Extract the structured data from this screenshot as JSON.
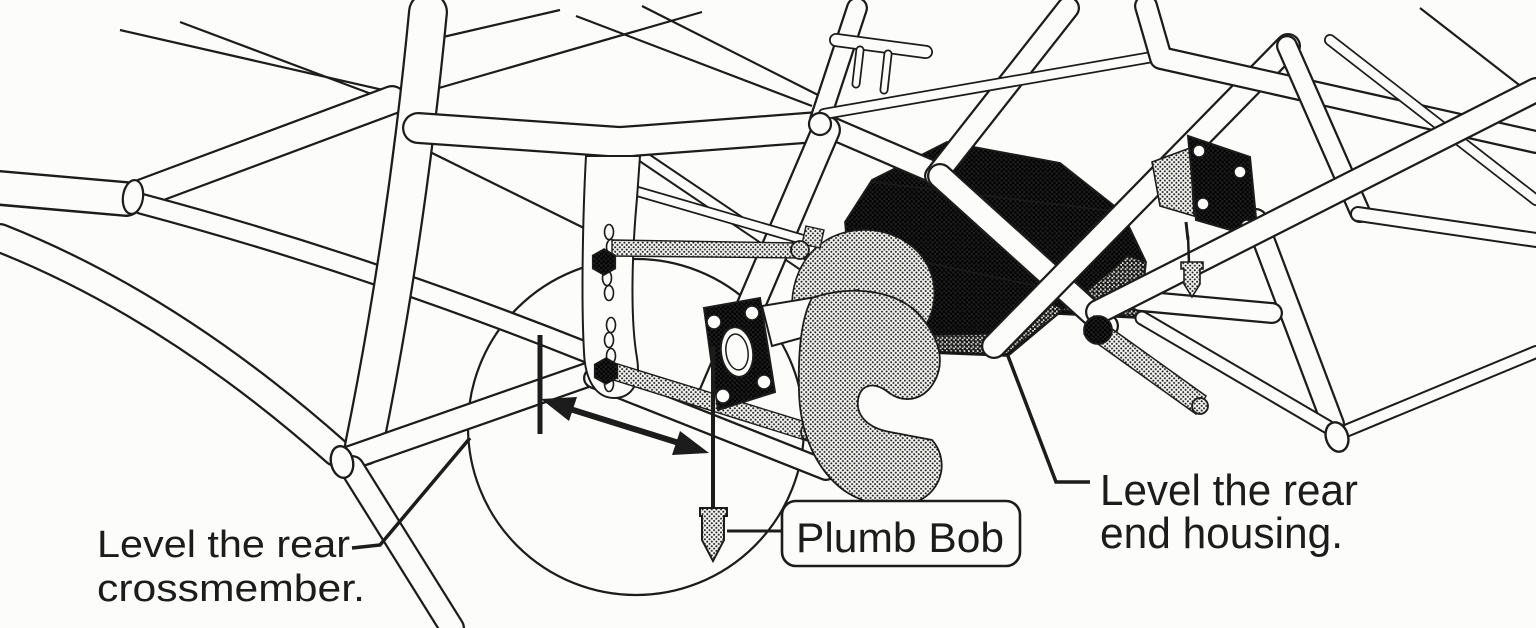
{
  "figure": {
    "type": "technical line illustration",
    "subject": "Leveling the rear of a race car chassis with a plumb bob",
    "background": "#fcfcfa",
    "ink": "#1c1c1c"
  },
  "annotations": {
    "crossmember_label": {
      "line1": "Level the rear",
      "line2": "crossmember."
    },
    "plumb_bob_label": {
      "text": "Plumb Bob"
    },
    "housing_label": {
      "line1": "Level the rear",
      "line2": "end housing."
    }
  },
  "icons": {
    "plumb_bob": "plumb-bob weight hanging on a string",
    "measurement_arrow": "double-headed arrow between datum mark and plumb line",
    "detail_circle": "magnifier circle around measurement area"
  }
}
